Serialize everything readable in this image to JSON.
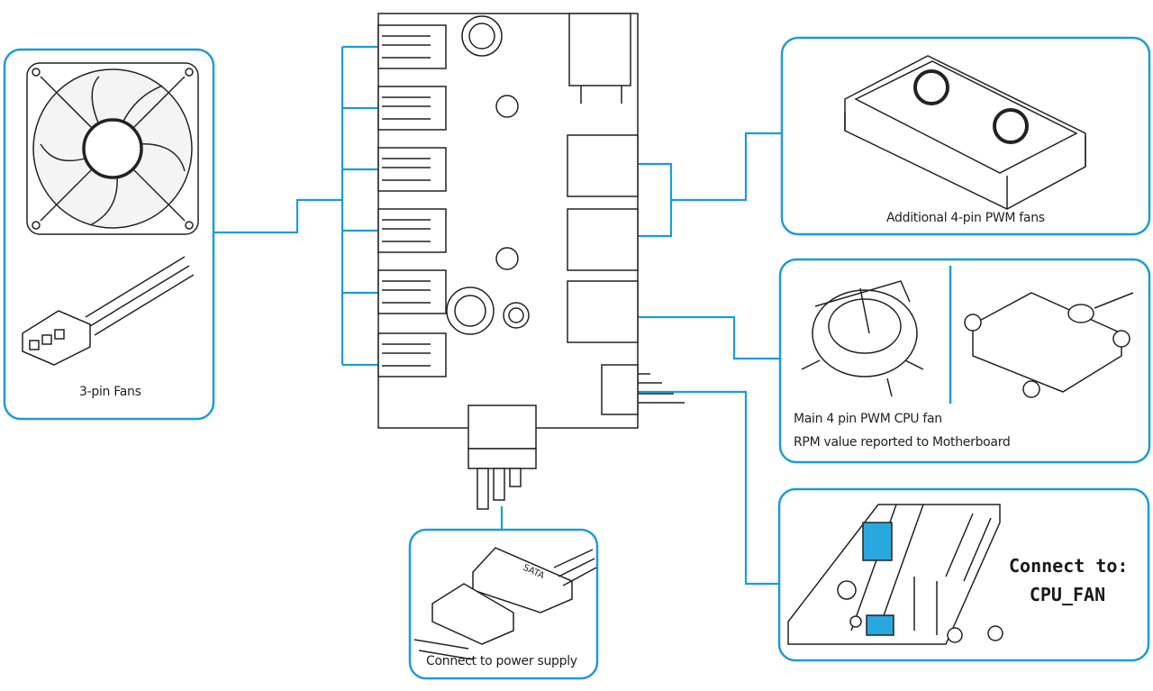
{
  "labels": {
    "three_pin_fans": "3-pin Fans",
    "additional_pwm": "Additional  4-pin PWM fans",
    "cpu_fan_line1": "Main 4 pin PWM CPU fan",
    "cpu_fan_line2": "RPM value reported to Motherboard",
    "connect_to": "Connect to:",
    "cpu_fan_header": "CPU_FAN",
    "power_supply": "Connect to power supply",
    "sata": "SATA"
  },
  "colors": {
    "accent": "#1e9bd7",
    "highlight": "#29a8e0",
    "line": "#222222"
  }
}
